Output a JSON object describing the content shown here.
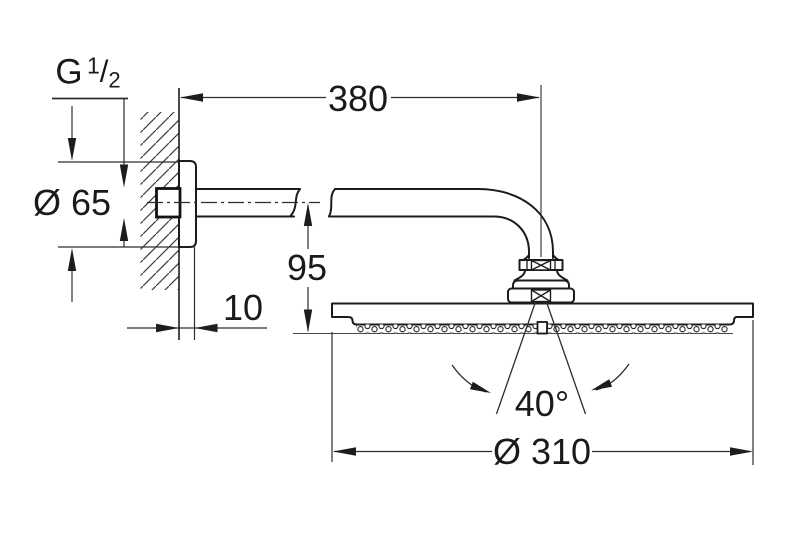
{
  "drawing": {
    "labels": {
      "thread_prefix": "G",
      "thread_numerator": "1",
      "thread_slash": "/",
      "thread_denominator": "2",
      "arm_length": "380",
      "flange_diameter": "Ø 65",
      "height_to_face": "95",
      "flange_depth": "10",
      "spray_angle": "40°",
      "head_diameter": "Ø 310"
    },
    "colors": {
      "outline": "#1c1c1c",
      "dimension_line": "#2d2d2d",
      "hatch": "#3c3c3c",
      "background": "#ffffff"
    }
  }
}
